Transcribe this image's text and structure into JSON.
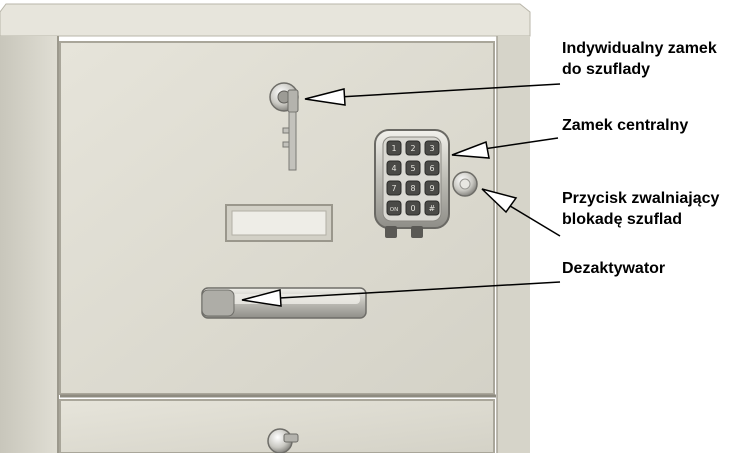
{
  "callouts": {
    "drawer_lock": {
      "line1": "Indywidualny zamek",
      "line2": "do szuflady"
    },
    "central_lock": {
      "line1": "Zamek centralny"
    },
    "release_button": {
      "line1": "Przycisk zwalniający",
      "line2": "blokadę szuflad"
    },
    "deactivator": {
      "line1": "Dezaktywator"
    }
  },
  "keypad": {
    "keys": [
      "1",
      "2",
      "3",
      "4",
      "5",
      "6",
      "7",
      "8",
      "9",
      "ON",
      "0",
      "#"
    ]
  },
  "colors": {
    "cabinet": "#dcdad0",
    "cabinet_shadow": "#a9a69a",
    "metal": "#c9c8c2",
    "label": "#000000"
  }
}
